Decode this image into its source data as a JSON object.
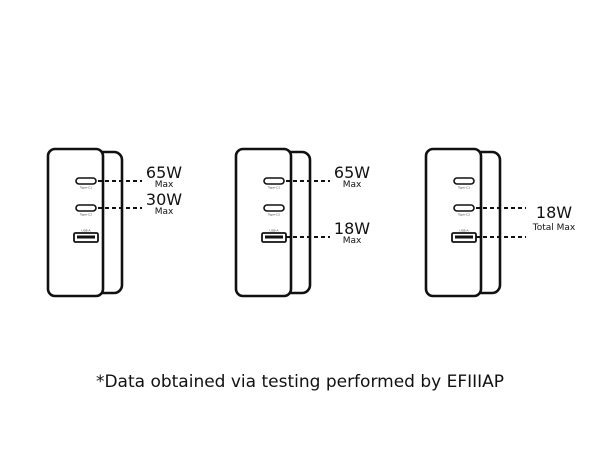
{
  "chargers": [
    {
      "ports": [
        {
          "type": "usb-c",
          "tag": "Type-C1"
        },
        {
          "type": "usb-c",
          "tag": "Type-C2"
        },
        {
          "type": "usb-a",
          "tag": "USB-A"
        }
      ],
      "callouts": [
        {
          "watts": "65W",
          "sub": "Max"
        },
        {
          "watts": "30W",
          "sub": "Max"
        }
      ]
    },
    {
      "ports": [
        {
          "type": "usb-c",
          "tag": "Type-C1"
        },
        {
          "type": "usb-c",
          "tag": "Type-C2"
        },
        {
          "type": "usb-a",
          "tag": "USB-A"
        }
      ],
      "callouts": [
        {
          "watts": "65W",
          "sub": "Max"
        },
        {
          "watts": "18W",
          "sub": "Max"
        }
      ]
    },
    {
      "ports": [
        {
          "type": "usb-c",
          "tag": "Type-C1"
        },
        {
          "type": "usb-c",
          "tag": "Type-C2"
        },
        {
          "type": "usb-a",
          "tag": "USB-A"
        }
      ],
      "callouts": [
        {
          "watts": "18W",
          "sub": "Total Max"
        }
      ]
    }
  ],
  "footnote": "*Data obtained via testing performed by EFIIIAP",
  "colors": {
    "line": "#111111",
    "background": "#ffffff"
  }
}
